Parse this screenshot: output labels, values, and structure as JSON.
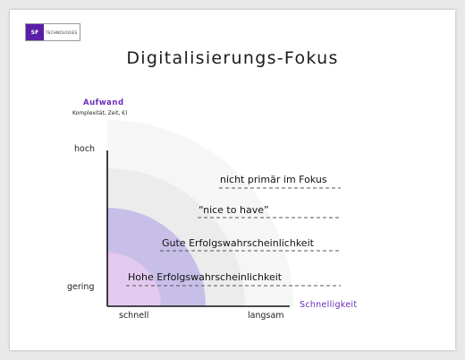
{
  "logo": {
    "mark": "SF",
    "text": "TECHNOLOGIES"
  },
  "title": "Digitalisierungs-Fokus",
  "y_axis": {
    "title": "Aufwand",
    "subtitle": "Komplexität, Zeit, €)",
    "ticks": [
      "hoch",
      "gering"
    ]
  },
  "x_axis": {
    "title": "Schnelligkeit",
    "ticks": [
      "schnell",
      "langsam"
    ]
  },
  "zones": [
    {
      "label": "nicht primär im Fokus",
      "color": "#f5f5f5"
    },
    {
      "label": "“nice to have”",
      "color": "#eeeeee"
    },
    {
      "label": "Gute Erfolgswahrscheinlichkeit",
      "color": "#c9c0e8"
    },
    {
      "label": "Hohe Erfolgswahrscheinlichkeit",
      "color": "#e2c8ef"
    }
  ],
  "colors": {
    "accent": "#6d2bbd",
    "logo": "#5a1fa8"
  }
}
